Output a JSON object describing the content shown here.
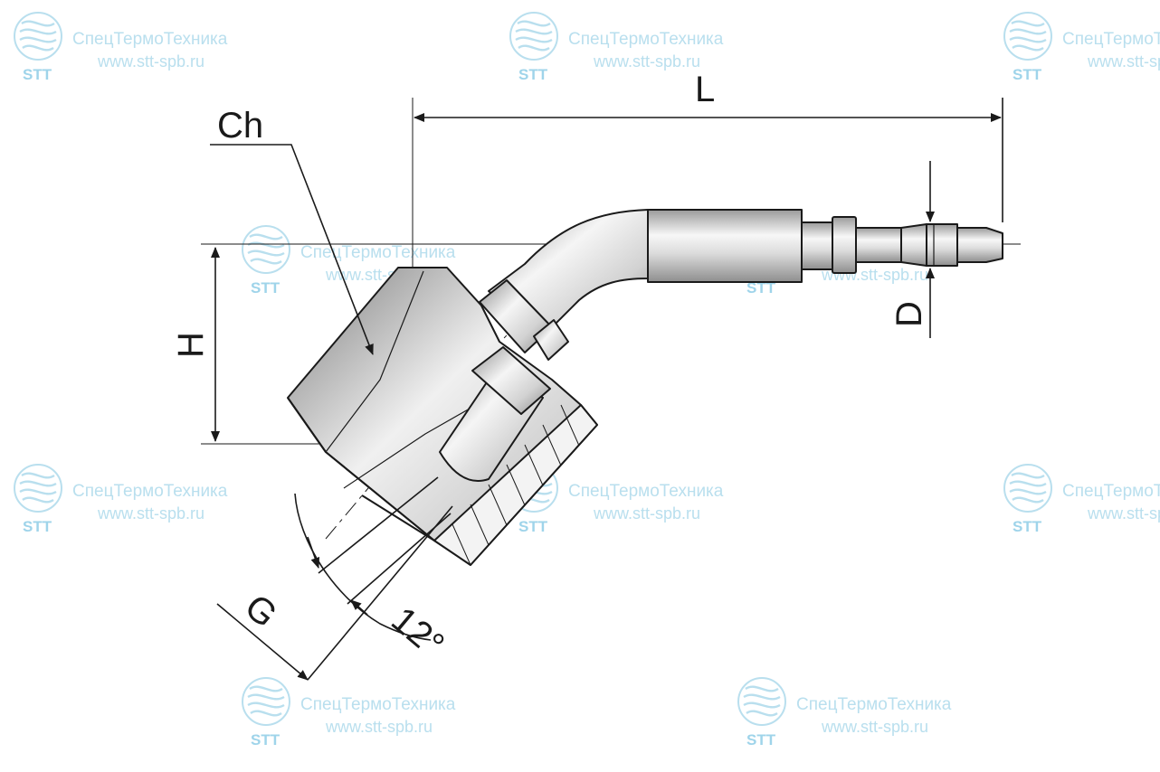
{
  "watermark": {
    "brand": "СпецТермоТехника",
    "url": "www.stt-spb.ru",
    "logo_text": "STT",
    "color": "#b9dfee"
  },
  "labels": {
    "length": "L",
    "hex": "Ch",
    "height": "H",
    "diameter": "D",
    "thread": "G",
    "angle": "12°"
  },
  "colors": {
    "line": "#1a1a1a",
    "metal_light": "#f4f4f4",
    "metal_mid": "#c8c8c8",
    "metal_dark": "#8a8a8a"
  }
}
